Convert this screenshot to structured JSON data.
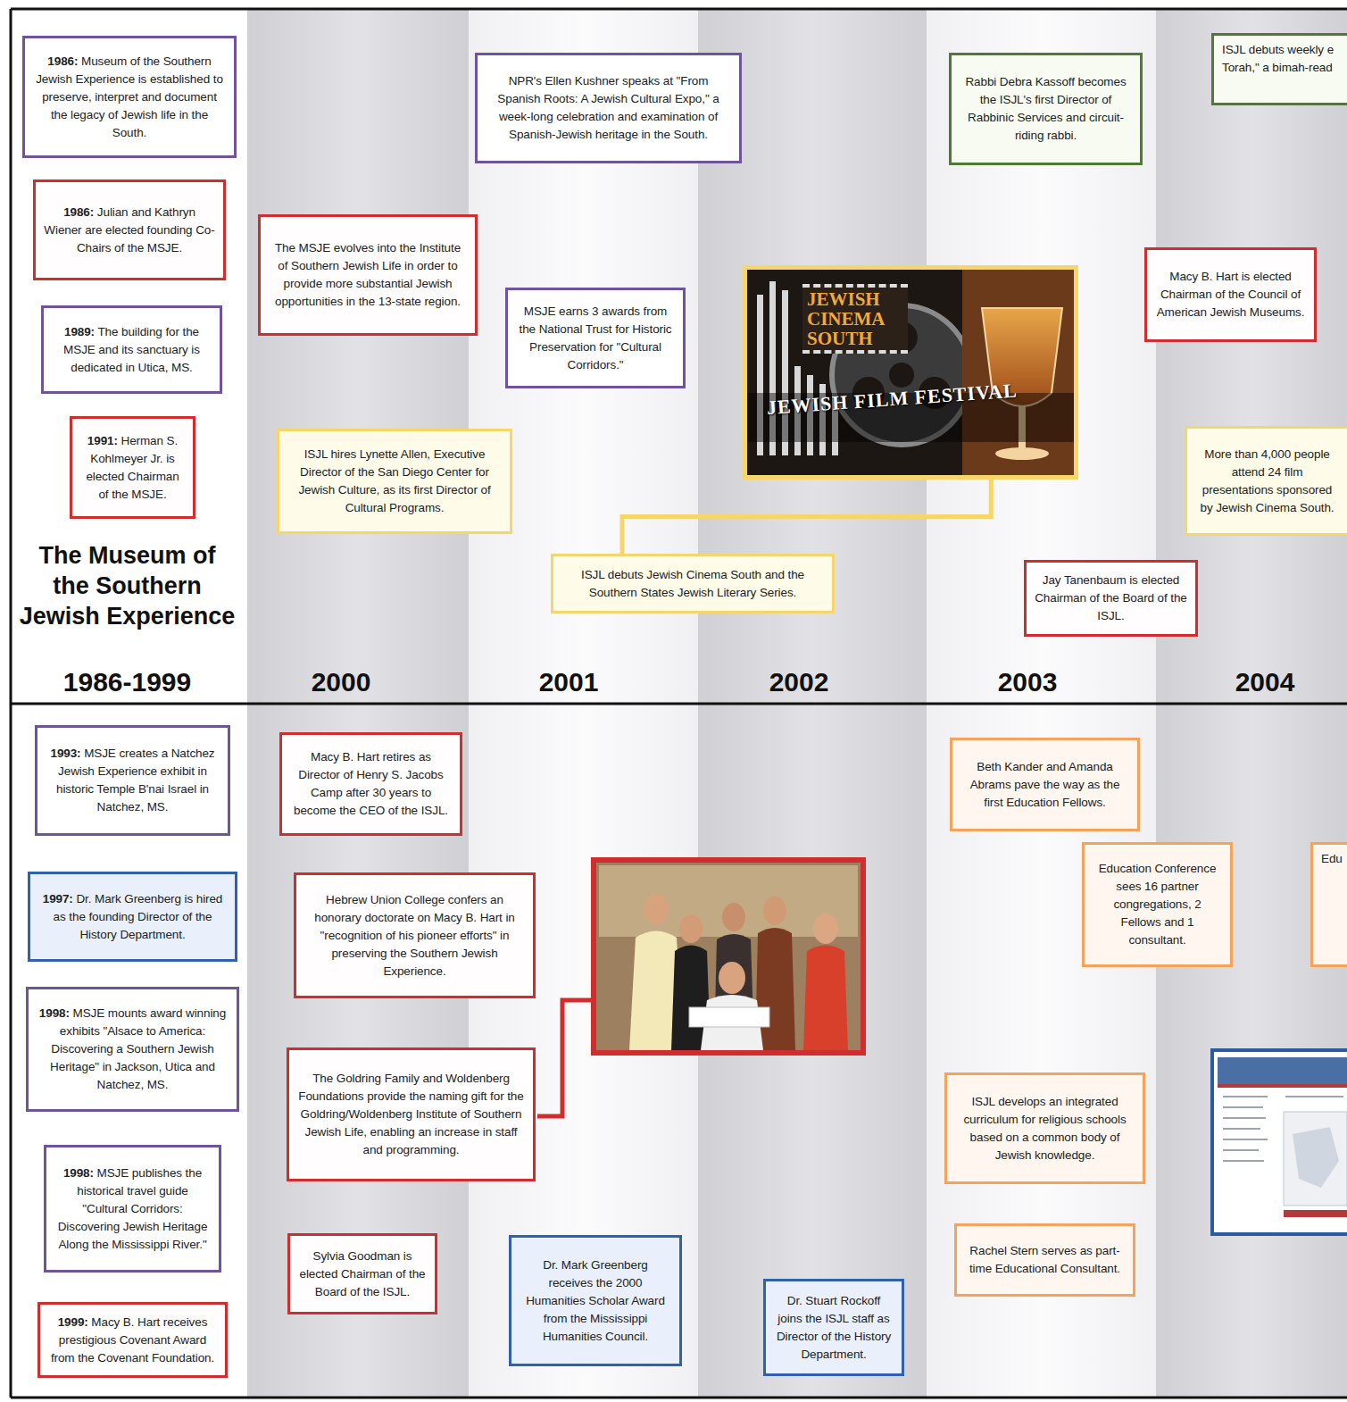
{
  "diagram": {
    "nodes": [
      {
        "text": [
          "1986: Museum of the Southern Jewish Experience is established to preserve, interpret and document the legacy of Jewish life in the South."
        ]
      },
      {
        "text": [
          "1986: Julian and Kathryn Wiener are elected founding Co-Chairs of the MSJE."
        ]
      },
      {
        "text": [
          "1989: The building for the MSJE and its sanctuary is dedicated in Utica, MS."
        ]
      },
      {
        "text": [
          "1991: Herman S. Kohlmeyer Jr. is elected Chairman of the MSJE."
        ]
      },
      {
        "text": [
          "The MSJE evolves into the Institute of Southern Jewish Life in order to provide more substantial Jewish opportunities in the 13-state region."
        ]
      },
      {
        "text": [
          "ISJL hires Lynette Allen, Executive Director of the San Diego Center for Jewish Culture, as its first Director of Cultural Programs."
        ]
      },
      {
        "text": [
          "NPR's Ellen Kushner speaks at \"From Spanish Roots: A Jewish Cultural Expo,\" a week-long celebration and examination of Spanish-Jewish heritage in the South."
        ]
      },
      {
        "text": [
          "MSJE earns 3 awards from the National Trust for Historic Preservation for \"Cultural Corridors.\""
        ]
      },
      {
        "text": [
          "JEWISH CINEMA SOUTH",
          "JEWISH FILM FESTIVAL"
        ]
      },
      {
        "text": [
          "ISJL debuts Jewish Cinema South and the Southern States Jewish Literary Series."
        ]
      },
      {
        "text": [
          "Rabbi Debra Kassoff becomes the ISJL's first Director of Rabbinic Services and circuit-riding rabbi."
        ]
      },
      {
        "text": [
          "Jay Tanenbaum is elected Chairman of the Board of the ISJL."
        ]
      },
      {
        "text": [
          "ISJL debuts weekly e Torah,\" a bimah-read"
        ]
      },
      {
        "text": [
          "Macy B. Hart is elected Chairman of the Council of American Jewish Museums."
        ]
      },
      {
        "text": [
          "More than 4,000 people attend 24 film presentations sponsored by Jewish Cinema South."
        ]
      },
      {
        "text": [
          "1993: MSJE creates a Natchez Jewish Experience exhibit in historic Temple B'nai Israel in Natchez, MS."
        ]
      },
      {
        "text": [
          "1997: Dr. Mark Greenberg is hired as the founding Director of the History Department."
        ]
      },
      {
        "text": [
          "1998: MSJE mounts award winning exhibits \"Alsace to America: Discovering a Southern Jewish Heritage\" in Jackson, Utica and Natchez, MS."
        ]
      },
      {
        "text": [
          "1998: MSJE publishes the historical travel guide \"Cultural Corridors: Discovering Jewish Heritage Along the Mississippi River.\""
        ]
      },
      {
        "text": [
          "1999: Macy B. Hart receives prestigious Covenant Award from the Covenant Foundation."
        ]
      },
      {
        "text": [
          "Macy B. Hart retires as Director of Henry S. Jacobs Camp after 30 years to become the CEO of the ISJL."
        ]
      },
      {
        "text": [
          "Hebrew Union College confers an honorary doctorate on Macy B. Hart in \"recognition of his pioneer efforts\" in preserving the Southern Jewish Experience."
        ]
      },
      {
        "text": [
          "The Goldring Family and Woldenberg Foundations provide the naming gift for the Goldring/Woldenberg Institute of Southern Jewish Life, enabling an increase in staff and programming."
        ]
      },
      {
        "text": [
          "Sylvia Goodman is elected Chairman of the Board of the ISJL."
        ]
      },
      {
        "text": [
          "Dr. Mark Greenberg receives the 2000 Humanities Scholar Award from the Mississippi Humanities Council."
        ]
      },
      {
        "text": [
          "Dr. Stuart Rockoff joins the ISJL staff as Director of the History Department."
        ]
      },
      {
        "text": [
          "Beth Kander and Amanda Abrams pave the way as the first Education Fellows."
        ]
      },
      {
        "text": [
          "Education Conference sees 16 partner congregations, 2 Fellows and 1 consultant."
        ]
      },
      {
        "text": [
          "ISJL develops an integrated curriculum for religious schools based on a common body of Jewish knowledge."
        ]
      },
      {
        "text": [
          "Rachel Stern serves as part-time Educational Consultant."
        ]
      },
      {
        "text": [
          "Edu"
        ]
      }
    ],
    "edges": [
      {
        "from": 8,
        "to": 9,
        "arrow": "none"
      }
    ],
    "labels": [
      "The Museum of the Southern Jewish Experience",
      "1986-1999",
      "2000",
      "2001",
      "2002",
      "2003",
      "2004"
    ]
  }
}
